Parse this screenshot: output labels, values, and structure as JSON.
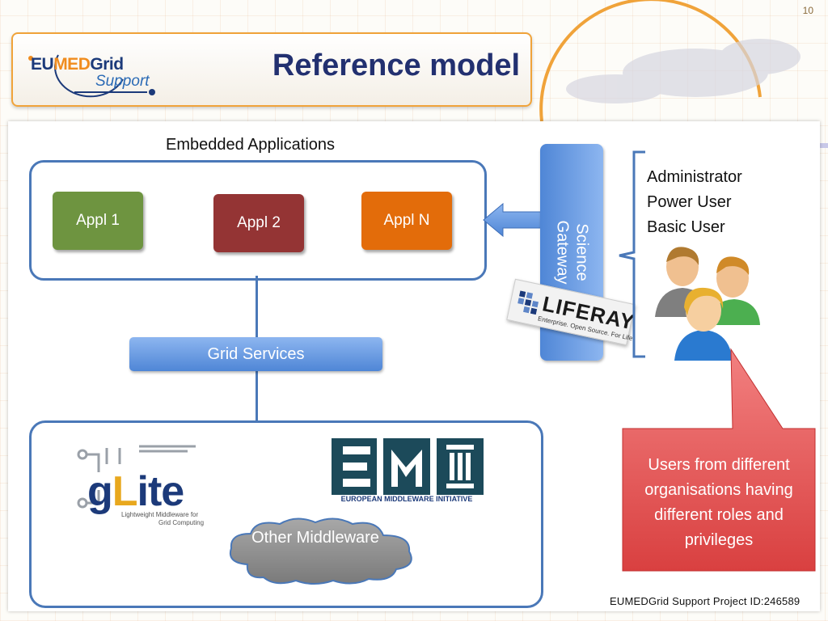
{
  "slide": {
    "page_number": "10",
    "title": "Reference model",
    "footer": "EUMEDGrid Support Project ID:246589"
  },
  "logo": {
    "part_eu": "EU",
    "part_med": "MED",
    "part_grid": "Grid",
    "part_support": "Support"
  },
  "embedded": {
    "label": "Embedded Applications",
    "apps": [
      {
        "label": "Appl 1",
        "color": "#6e9440"
      },
      {
        "label": "Appl 2",
        "color": "#943434"
      },
      {
        "label": "Appl N",
        "color": "#e36c0a"
      }
    ]
  },
  "grid_services": {
    "label": "Grid Services"
  },
  "science_gateway": {
    "label": "Science\nGateway"
  },
  "liferay": {
    "name": "LIFERAY",
    "tagline": "Enterprise. Open Source. For Life."
  },
  "roles": [
    "Administrator",
    "Power User",
    "Basic User"
  ],
  "users_icon": "users-group-icon",
  "callout": {
    "text": "Users from different organisations having different roles and privileges",
    "color": "#e05555"
  },
  "middleware": {
    "glite": {
      "word_g": "g",
      "word_L": "L",
      "word_ite": "ite",
      "subtitle_line1": "Lightweight Middleware for",
      "subtitle_line2": "Grid Computing"
    },
    "emi": {
      "caption": "EUROPEAN MIDDLEWARE INITIATIVE"
    },
    "other": {
      "label": "Other Middleware"
    }
  },
  "colors": {
    "accent_blue": "#4a78b8",
    "title_navy": "#223070",
    "header_orange": "#f0a33a"
  }
}
